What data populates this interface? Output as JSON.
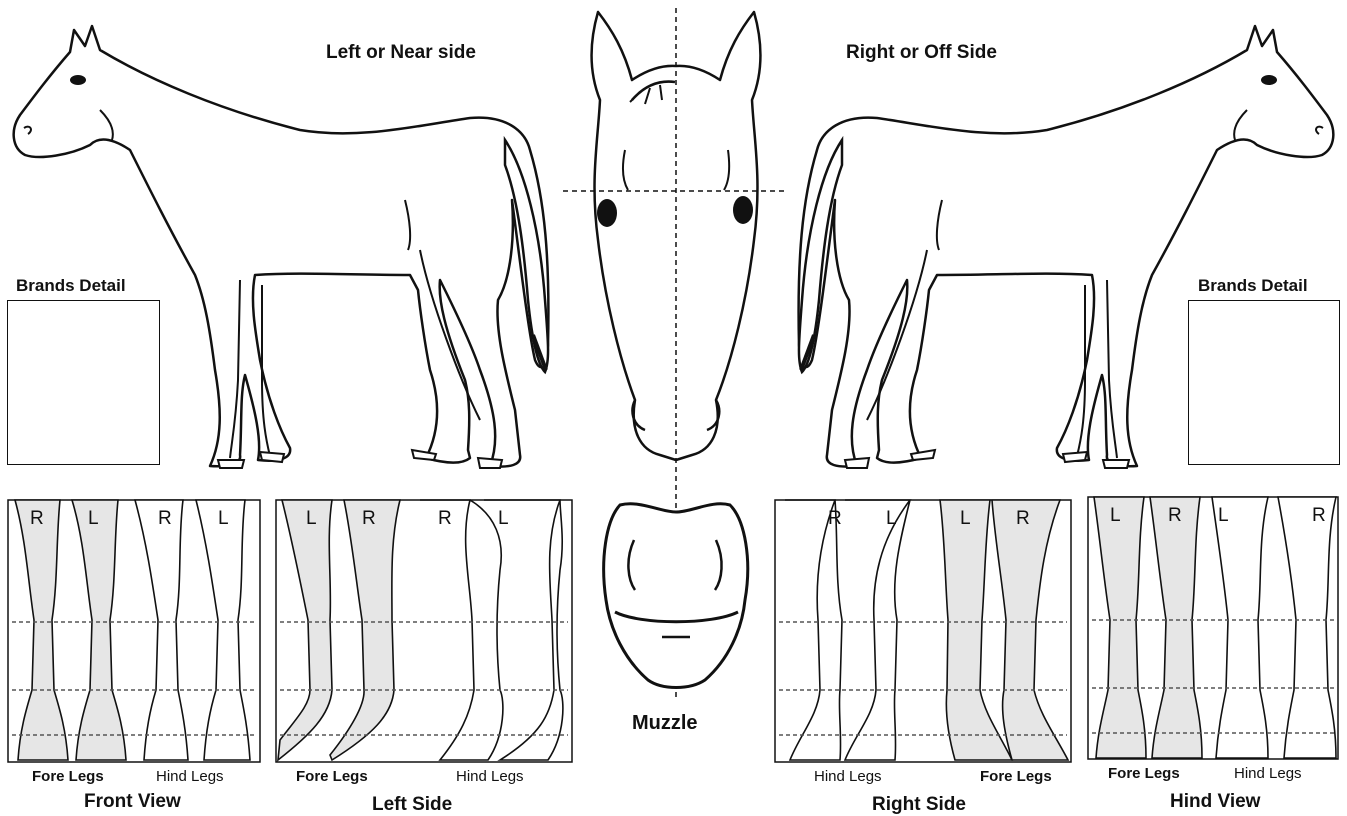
{
  "headings": {
    "left_side": "Left or Near side",
    "right_side": "Right or Off Side",
    "brands_left": "Brands Detail",
    "brands_right": "Brands Detail",
    "muzzle": "Muzzle"
  },
  "panels": {
    "front": {
      "title": "Front View",
      "group_a": "Fore Legs",
      "group_b": "Hind Legs",
      "letters": [
        "R",
        "L",
        "R",
        "L"
      ]
    },
    "left": {
      "title": "Left Side",
      "group_a": "Fore Legs",
      "group_b": "Hind Legs",
      "letters": [
        "L",
        "R",
        "R",
        "L"
      ]
    },
    "right": {
      "title": "Right Side",
      "group_a": "Hind Legs",
      "group_b": "Fore Legs",
      "letters": [
        "R",
        "L",
        "L",
        "R"
      ]
    },
    "hind": {
      "title": "Hind View",
      "group_a": "Fore Legs",
      "group_b": "Hind Legs",
      "letters": [
        "L",
        "R",
        "L",
        "R"
      ]
    }
  },
  "colors": {
    "line": "#111111",
    "shaded_leg": "#e6e6e6",
    "background": "#ffffff"
  }
}
